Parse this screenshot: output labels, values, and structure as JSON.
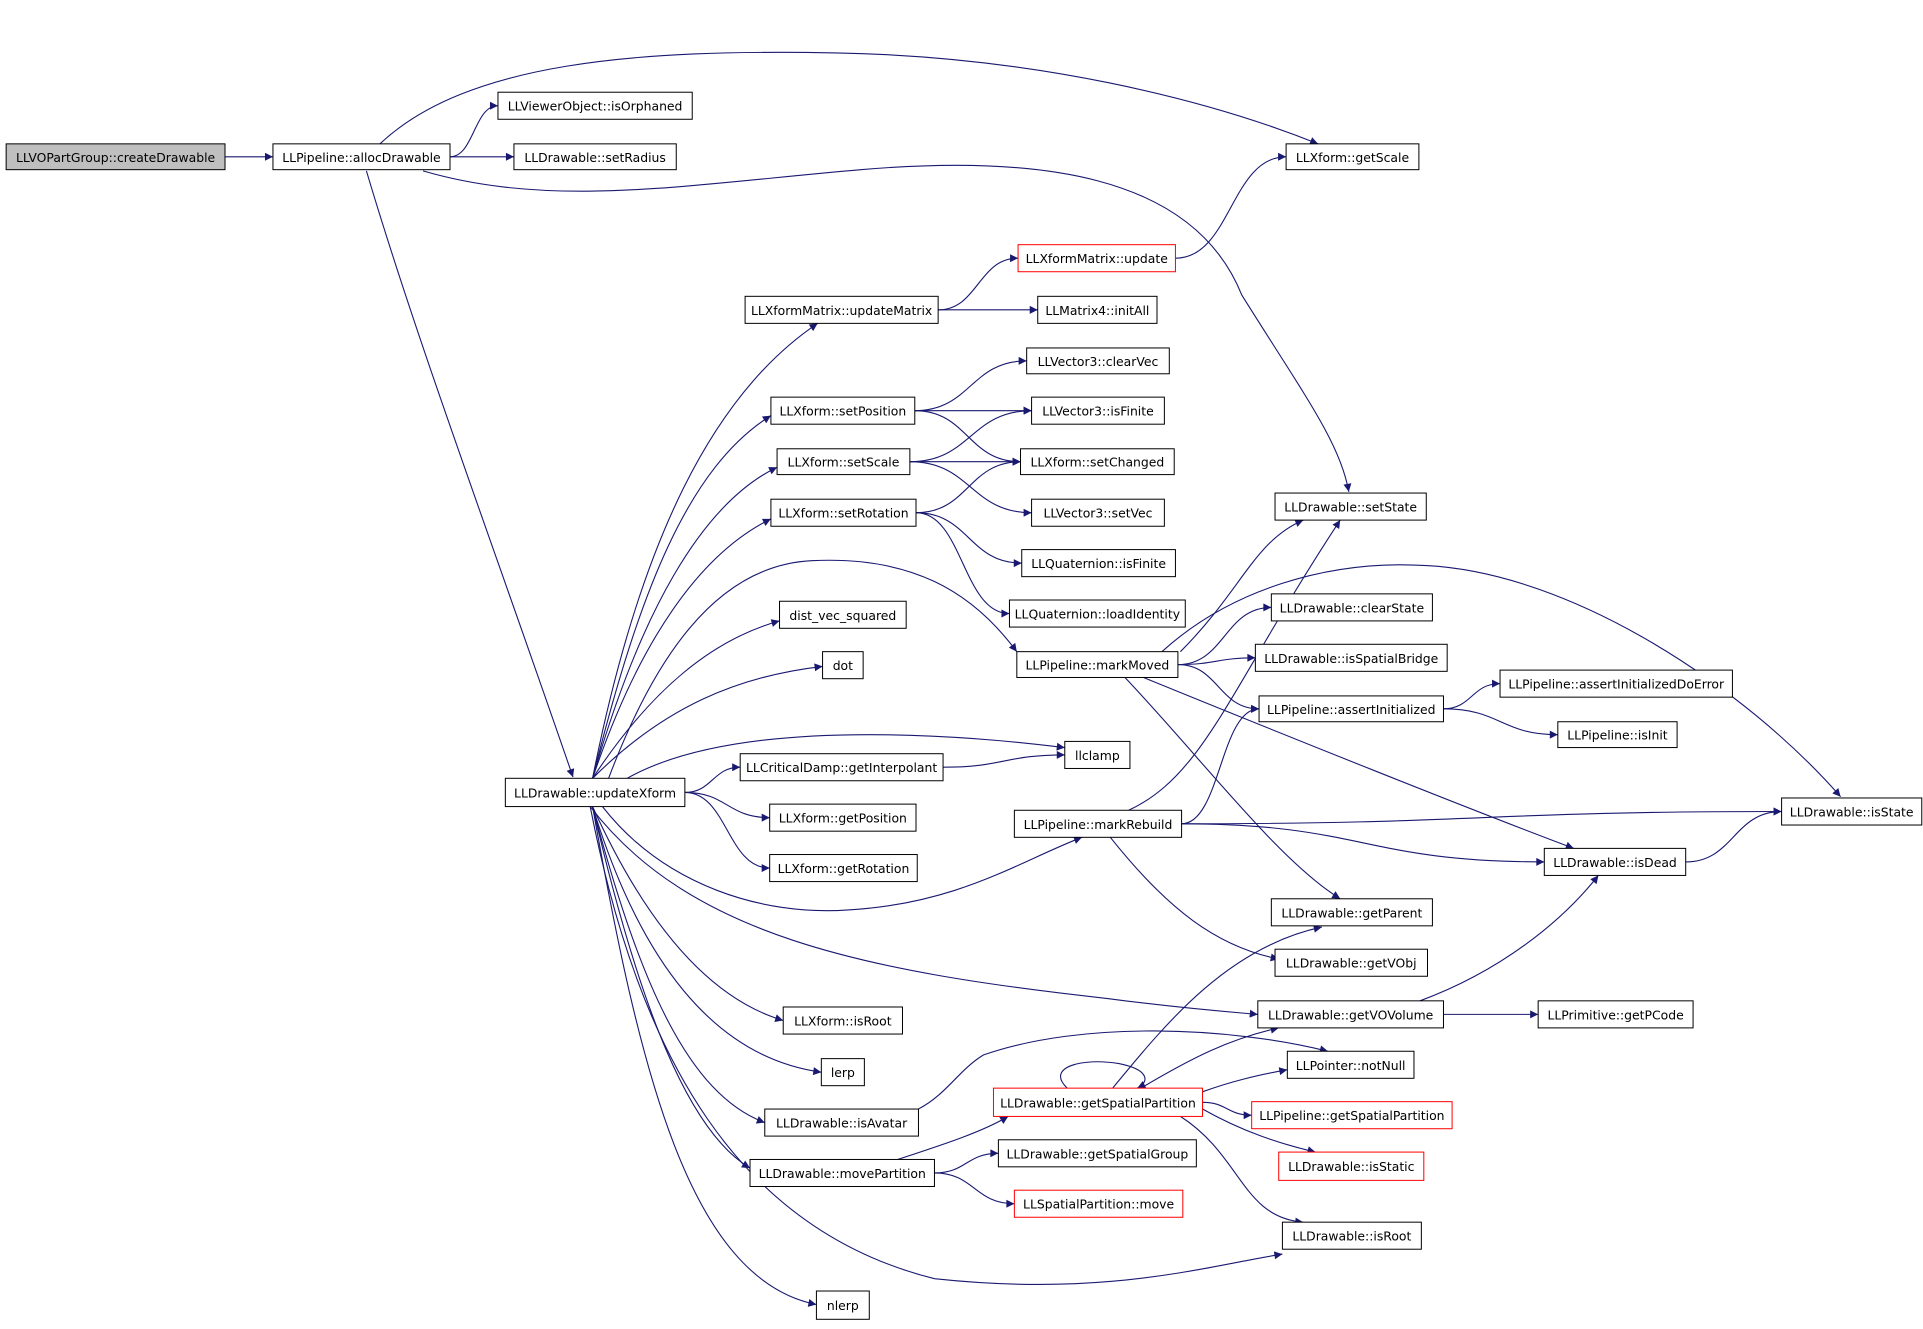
{
  "diagram": {
    "type": "call-graph",
    "colors": {
      "edge": "#191970",
      "node_border": "#000000",
      "truncated_border": "#ff0000",
      "root_fill": "#bfbfbf"
    },
    "nodes": [
      {
        "id": "createDrawable",
        "label": "LLVOPartGroup::createDrawable",
        "root": true
      },
      {
        "id": "allocDrawable",
        "label": "LLPipeline::allocDrawable"
      },
      {
        "id": "isOrphaned",
        "label": "LLViewerObject::isOrphaned"
      },
      {
        "id": "setRadius",
        "label": "LLDrawable::setRadius"
      },
      {
        "id": "getScale",
        "label": "LLXform::getScale"
      },
      {
        "id": "xmUpdate",
        "label": "LLXformMatrix::update",
        "truncated": true
      },
      {
        "id": "updateMatrix",
        "label": "LLXformMatrix::updateMatrix"
      },
      {
        "id": "initAll",
        "label": "LLMatrix4::initAll"
      },
      {
        "id": "clearVec",
        "label": "LLVector3::clearVec"
      },
      {
        "id": "setPosition",
        "label": "LLXform::setPosition"
      },
      {
        "id": "v3isFinite",
        "label": "LLVector3::isFinite"
      },
      {
        "id": "setScale",
        "label": "LLXform::setScale"
      },
      {
        "id": "setChanged",
        "label": "LLXform::setChanged"
      },
      {
        "id": "setRotation",
        "label": "LLXform::setRotation"
      },
      {
        "id": "setVec",
        "label": "LLVector3::setVec"
      },
      {
        "id": "setState",
        "label": "LLDrawable::setState"
      },
      {
        "id": "qIsFinite",
        "label": "LLQuaternion::isFinite"
      },
      {
        "id": "loadIdentity",
        "label": "LLQuaternion::loadIdentity"
      },
      {
        "id": "distVec",
        "label": "dist_vec_squared"
      },
      {
        "id": "clearState",
        "label": "LLDrawable::clearState"
      },
      {
        "id": "markMoved",
        "label": "LLPipeline::markMoved"
      },
      {
        "id": "isSpatialBridge",
        "label": "LLDrawable::isSpatialBridge"
      },
      {
        "id": "dot",
        "label": "dot"
      },
      {
        "id": "assertInitDo",
        "label": "LLPipeline::assertInitializedDoError"
      },
      {
        "id": "assertInit",
        "label": "LLPipeline::assertInitialized"
      },
      {
        "id": "isInit",
        "label": "LLPipeline::isInit"
      },
      {
        "id": "llclamp",
        "label": "llclamp"
      },
      {
        "id": "getInterpolant",
        "label": "LLCriticalDamp::getInterpolant"
      },
      {
        "id": "updateXform",
        "label": "LLDrawable::updateXform"
      },
      {
        "id": "getPosition",
        "label": "LLXform::getPosition"
      },
      {
        "id": "markRebuild",
        "label": "LLPipeline::markRebuild"
      },
      {
        "id": "isState",
        "label": "LLDrawable::isState"
      },
      {
        "id": "getRotation",
        "label": "LLXform::getRotation"
      },
      {
        "id": "isDead",
        "label": "LLDrawable::isDead"
      },
      {
        "id": "getParent",
        "label": "LLDrawable::getParent"
      },
      {
        "id": "getVObj",
        "label": "LLDrawable::getVObj"
      },
      {
        "id": "getVOVolume",
        "label": "LLDrawable::getVOVolume"
      },
      {
        "id": "getPCode",
        "label": "LLPrimitive::getPCode"
      },
      {
        "id": "xIsRoot",
        "label": "LLXform::isRoot"
      },
      {
        "id": "notNull",
        "label": "LLPointer::notNull"
      },
      {
        "id": "lerp",
        "label": "lerp"
      },
      {
        "id": "getSpatialPartition",
        "label": "LLDrawable::getSpatialPartition",
        "truncated": true
      },
      {
        "id": "pGetSpatialPartition",
        "label": "LLPipeline::getSpatialPartition",
        "truncated": true
      },
      {
        "id": "isAvatar",
        "label": "LLDrawable::isAvatar"
      },
      {
        "id": "getSpatialGroup",
        "label": "LLDrawable::getSpatialGroup"
      },
      {
        "id": "isStatic",
        "label": "LLDrawable::isStatic",
        "truncated": true
      },
      {
        "id": "movePartition",
        "label": "LLDrawable::movePartition"
      },
      {
        "id": "spMove",
        "label": "LLSpatialPartition::move",
        "truncated": true
      },
      {
        "id": "dIsRoot",
        "label": "LLDrawable::isRoot"
      },
      {
        "id": "nlerp",
        "label": "nlerp"
      }
    ],
    "edges": [
      [
        "createDrawable",
        "allocDrawable"
      ],
      [
        "allocDrawable",
        "isOrphaned"
      ],
      [
        "allocDrawable",
        "setRadius"
      ],
      [
        "allocDrawable",
        "getScale"
      ],
      [
        "allocDrawable",
        "setState"
      ],
      [
        "allocDrawable",
        "updateXform"
      ],
      [
        "updateMatrix",
        "xmUpdate"
      ],
      [
        "updateMatrix",
        "initAll"
      ],
      [
        "xmUpdate",
        "getScale"
      ],
      [
        "setPosition",
        "clearVec"
      ],
      [
        "setPosition",
        "v3isFinite"
      ],
      [
        "setPosition",
        "setChanged"
      ],
      [
        "setScale",
        "v3isFinite"
      ],
      [
        "setScale",
        "setChanged"
      ],
      [
        "setScale",
        "setVec"
      ],
      [
        "setRotation",
        "setChanged"
      ],
      [
        "setRotation",
        "qIsFinite"
      ],
      [
        "setRotation",
        "loadIdentity"
      ],
      [
        "markMoved",
        "setState"
      ],
      [
        "markMoved",
        "isState"
      ],
      [
        "markMoved",
        "clearState"
      ],
      [
        "markMoved",
        "isSpatialBridge"
      ],
      [
        "markMoved",
        "assertInit"
      ],
      [
        "markMoved",
        "isDead"
      ],
      [
        "markMoved",
        "getParent"
      ],
      [
        "assertInit",
        "assertInitDo"
      ],
      [
        "assertInit",
        "isInit"
      ],
      [
        "getInterpolant",
        "llclamp"
      ],
      [
        "markRebuild",
        "assertInit"
      ],
      [
        "markRebuild",
        "setState"
      ],
      [
        "markRebuild",
        "isState"
      ],
      [
        "markRebuild",
        "isDead"
      ],
      [
        "markRebuild",
        "getVObj"
      ],
      [
        "isDead",
        "isState"
      ],
      [
        "getVOVolume",
        "isDead"
      ],
      [
        "getVOVolume",
        "getPCode"
      ],
      [
        "isAvatar",
        "notNull"
      ],
      [
        "getSpatialPartition",
        "getSpatialPartition"
      ],
      [
        "getSpatialPartition",
        "getParent"
      ],
      [
        "getSpatialPartition",
        "getVOVolume"
      ],
      [
        "getSpatialPartition",
        "notNull"
      ],
      [
        "getSpatialPartition",
        "pGetSpatialPartition"
      ],
      [
        "getSpatialPartition",
        "isStatic"
      ],
      [
        "getSpatialPartition",
        "dIsRoot"
      ],
      [
        "movePartition",
        "getSpatialPartition"
      ],
      [
        "movePartition",
        "getSpatialGroup"
      ],
      [
        "movePartition",
        "spMove"
      ],
      [
        "updateXform",
        "updateMatrix"
      ],
      [
        "updateXform",
        "setPosition"
      ],
      [
        "updateXform",
        "setScale"
      ],
      [
        "updateXform",
        "setRotation"
      ],
      [
        "updateXform",
        "markMoved"
      ],
      [
        "updateXform",
        "distVec"
      ],
      [
        "updateXform",
        "dot"
      ],
      [
        "updateXform",
        "llclamp"
      ],
      [
        "updateXform",
        "getInterpolant"
      ],
      [
        "updateXform",
        "getPosition"
      ],
      [
        "updateXform",
        "getRotation"
      ],
      [
        "updateXform",
        "markRebuild"
      ],
      [
        "updateXform",
        "getVOVolume"
      ],
      [
        "updateXform",
        "xIsRoot"
      ],
      [
        "updateXform",
        "lerp"
      ],
      [
        "updateXform",
        "isAvatar"
      ],
      [
        "updateXform",
        "movePartition"
      ],
      [
        "updateXform",
        "dIsRoot"
      ],
      [
        "updateXform",
        "nlerp"
      ]
    ]
  }
}
